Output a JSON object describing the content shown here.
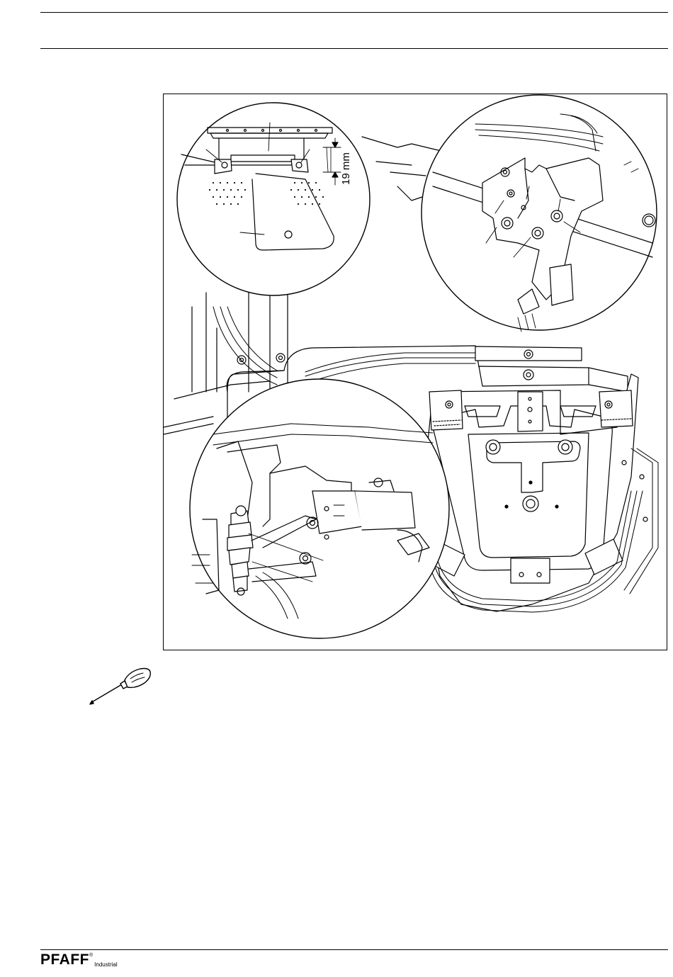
{
  "figure": {
    "dimension_label": "19 mm"
  },
  "footer": {
    "brand": "PFAFF",
    "registered": "®",
    "brand_sub": "Industrial"
  },
  "colors": {
    "ink": "#000000",
    "paper": "#ffffff"
  },
  "icons": [
    "screwdriver-icon"
  ]
}
